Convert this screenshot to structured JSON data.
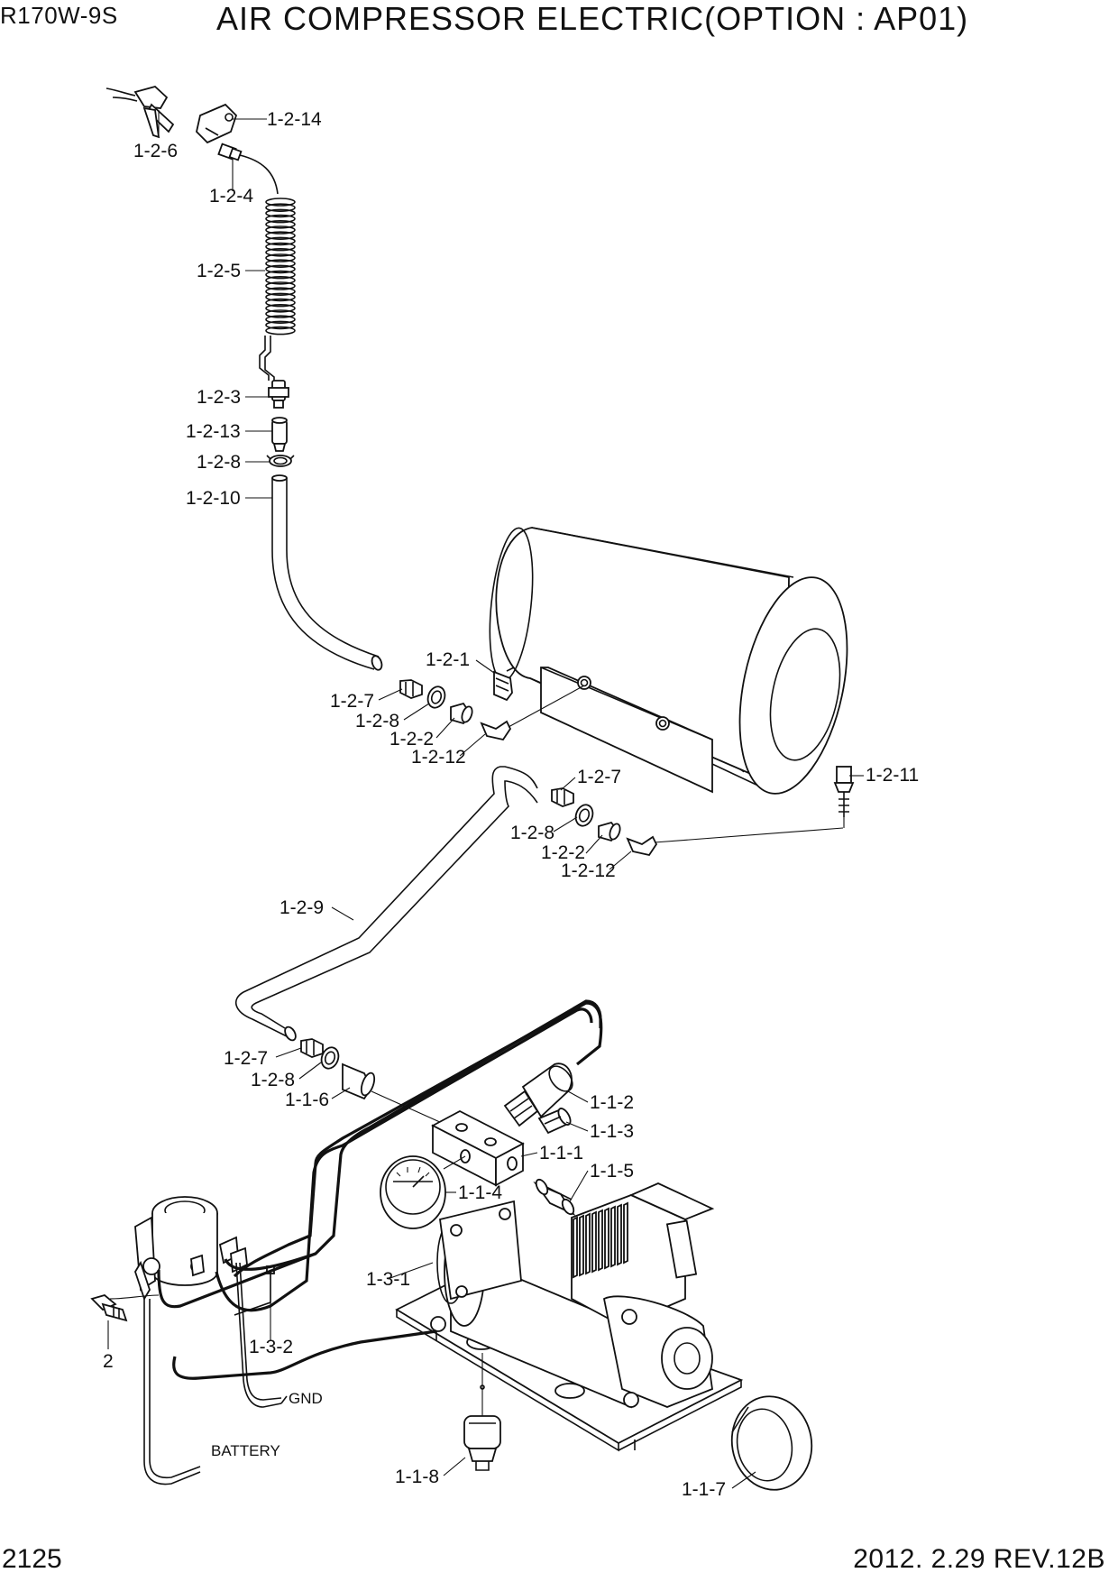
{
  "header": {
    "model": "R170W-9S",
    "title": "AIR COMPRESSOR ELECTRIC(OPTION : AP01)"
  },
  "footer": {
    "page_number": "2125",
    "revision": "2012. 2.29  REV.12B"
  },
  "callouts": {
    "c_1_2_14": "1-2-14",
    "c_1_2_6": "1-2-6",
    "c_1_2_4": "1-2-4",
    "c_1_2_5": "1-2-5",
    "c_1_2_3": "1-2-3",
    "c_1_2_13": "1-2-13",
    "c_1_2_8_top": "1-2-8",
    "c_1_2_10": "1-2-10",
    "c_1_2_1": "1-2-1",
    "c_1_2_7_a": "1-2-7",
    "c_1_2_8_a": "1-2-8",
    "c_1_2_2_a": "1-2-2",
    "c_1_2_12_a": "1-2-12",
    "c_1_2_11": "1-2-11",
    "c_1_2_7_b": "1-2-7",
    "c_1_2_8_b": "1-2-8",
    "c_1_2_2_b": "1-2-2",
    "c_1_2_12_b": "1-2-12",
    "c_1_2_9": "1-2-9",
    "c_1_2_7_c": "1-2-7",
    "c_1_2_8_c": "1-2-8",
    "c_1_1_6": "1-1-6",
    "c_1_1_2": "1-1-2",
    "c_1_1_3": "1-1-3",
    "c_1_1_1": "1-1-1",
    "c_1_1_5": "1-1-5",
    "c_1_1_4": "1-1-4",
    "c_1_3_1": "1-3-1",
    "c_2": "2",
    "c_1_3_2": "1-3-2",
    "c_gnd": "GND",
    "c_battery": "BATTERY",
    "c_1_1_8": "1-1-8",
    "c_1_1_7": "1-1-7"
  }
}
